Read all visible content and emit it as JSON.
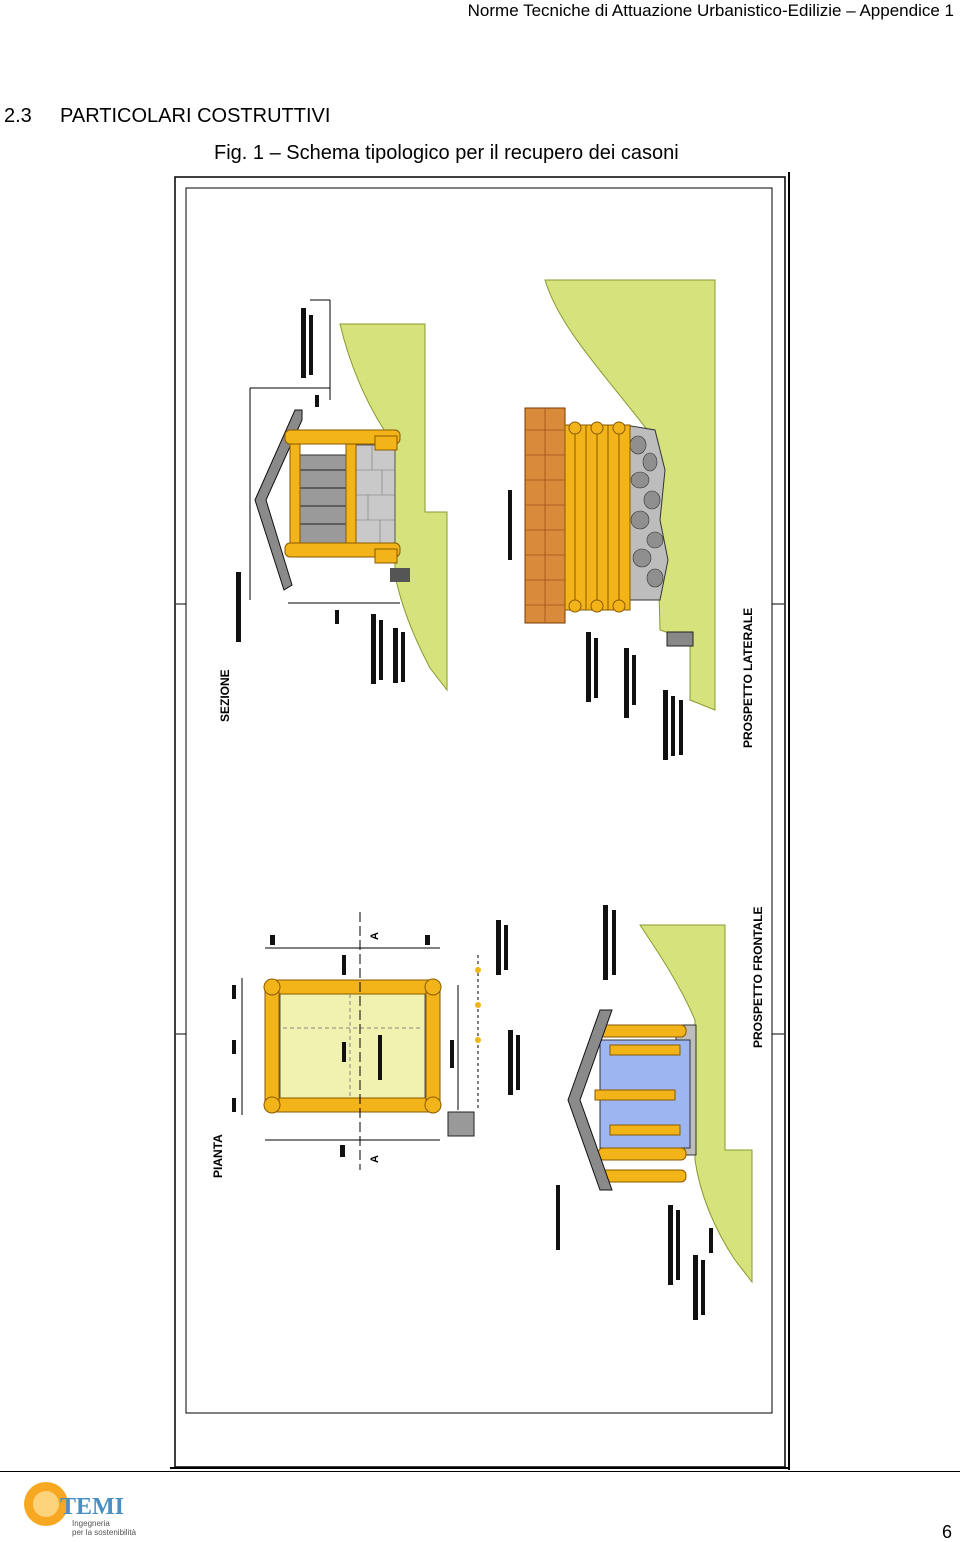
{
  "header": {
    "running_title": "Norme Tecniche di Attuazione Urbanistico-Edilizie – Appendice 1"
  },
  "section": {
    "number": "2.3",
    "title": "PARTICOLARI COSTRUTTIVI"
  },
  "figure": {
    "caption": "Fig. 1 – Schema tipologico per il recupero dei casoni",
    "views": {
      "sezione": "SEZIONE",
      "prospetto_laterale": "PROSPETTO LATERALE",
      "pianta": "PIANTA",
      "prospetto_frontale": "PROSPETTO FRONTALE",
      "section_mark": "A"
    },
    "colors": {
      "terrain": "#d6e27c",
      "timber": "#f2b419",
      "roof": "#d98a3a",
      "stone": "#c9c9c9",
      "glass": "#9db6f2",
      "floor": "#f2f2b0"
    }
  },
  "footer": {
    "logo_text": "TEMI",
    "logo_tagline_1": "Ingegneria",
    "logo_tagline_2": "per la sostenibilità",
    "page_number": "6"
  }
}
